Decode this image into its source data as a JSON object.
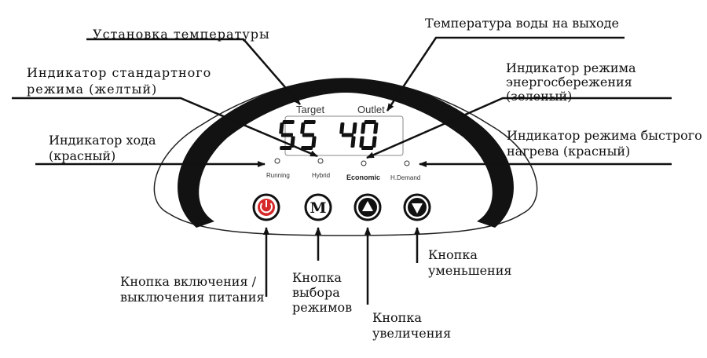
{
  "panel": {
    "target_caption": "Target",
    "outlet_caption": "Outlet",
    "target_value": "55",
    "outlet_value": "40",
    "indicators": {
      "running": "Running",
      "hybrid": "Hybrid",
      "economic": "Economic",
      "hdemand": "H.Demand"
    },
    "buttons": {
      "mode_glyph": "M"
    },
    "colors": {
      "frame": "#121212",
      "power_red": "#d62828",
      "digits": "#111111"
    }
  },
  "callouts": {
    "set_temperature": "Установка температуры",
    "outlet_temperature": "Температура воды на выходе",
    "standard_mode": [
      "Индикатор стандартного",
      "режима (желтый)"
    ],
    "running": [
      "Индикатор хода",
      "(красный)"
    ],
    "eco_mode": [
      "Индикатор режима",
      "энергосбережения",
      "(зеленый)"
    ],
    "fast_heat": [
      "Индикатор режима быстрого",
      "нагрева (красный)"
    ],
    "power_button": [
      "Кнопка включения /",
      "выключения питания"
    ],
    "mode_button": [
      "Кнопка",
      "выбора",
      "режимов"
    ],
    "up_button": [
      "Кнопка",
      "увеличения"
    ],
    "down_button": [
      "Кнопка",
      "уменьшения"
    ]
  }
}
